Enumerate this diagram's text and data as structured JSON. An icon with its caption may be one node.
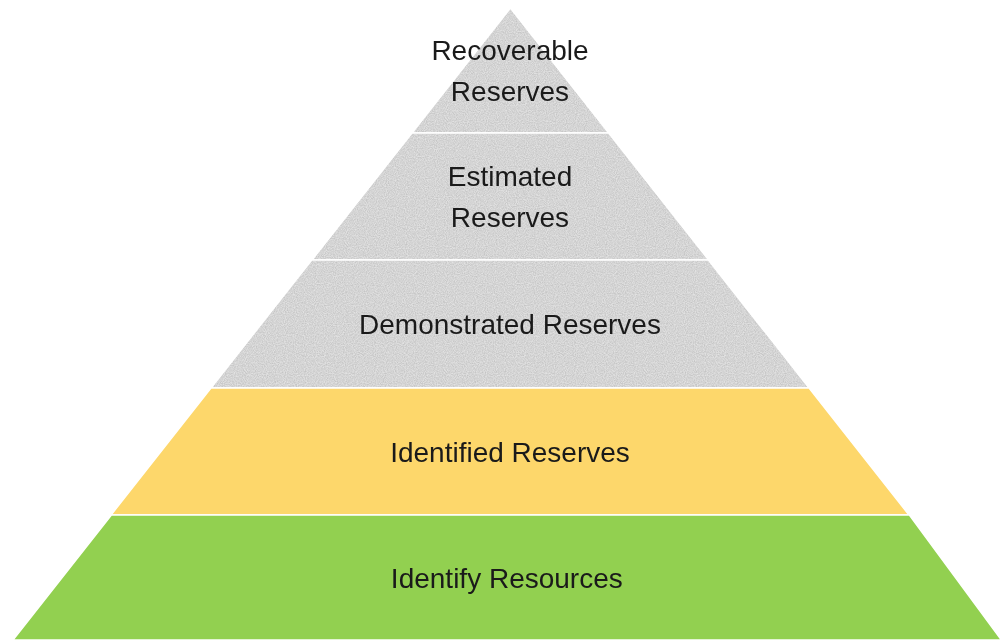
{
  "diagram": {
    "nodes": [
      {
        "text": [
          "Recoverable Reserves"
        ]
      },
      {
        "text": [
          "Estimated Reserves"
        ]
      },
      {
        "text": [
          "Demonstrated Reserves"
        ]
      },
      {
        "text": [
          "Identified Reserves"
        ]
      },
      {
        "text": [
          "Identify Resources"
        ]
      }
    ]
  }
}
